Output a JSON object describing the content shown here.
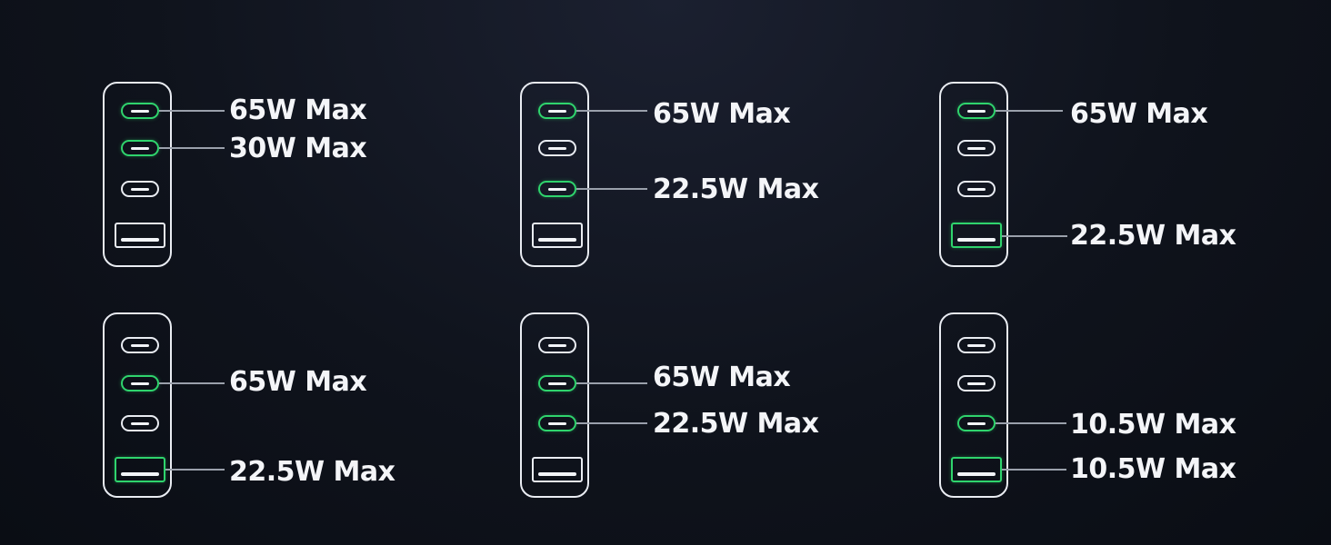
{
  "colors": {
    "background": "#0f131c",
    "outline": "#e9ecf2",
    "active_port": "#2fd46d",
    "leader_line": "#9aa0ab",
    "label_text": "#f4f5f8"
  },
  "configurations": [
    {
      "ports": [
        {
          "type": "usb-c",
          "active": true,
          "label": "65W Max"
        },
        {
          "type": "usb-c",
          "active": true,
          "label": "30W Max"
        },
        {
          "type": "usb-c",
          "active": false
        },
        {
          "type": "usb-a",
          "active": false
        }
      ]
    },
    {
      "ports": [
        {
          "type": "usb-c",
          "active": true,
          "label": "65W Max"
        },
        {
          "type": "usb-c",
          "active": false
        },
        {
          "type": "usb-c",
          "active": true,
          "label": "22.5W Max"
        },
        {
          "type": "usb-a",
          "active": false
        }
      ]
    },
    {
      "ports": [
        {
          "type": "usb-c",
          "active": true,
          "label": "65W Max"
        },
        {
          "type": "usb-c",
          "active": false
        },
        {
          "type": "usb-c",
          "active": false
        },
        {
          "type": "usb-a",
          "active": true,
          "label": "22.5W Max"
        }
      ]
    },
    {
      "ports": [
        {
          "type": "usb-c",
          "active": false
        },
        {
          "type": "usb-c",
          "active": true,
          "label": "65W Max"
        },
        {
          "type": "usb-c",
          "active": false
        },
        {
          "type": "usb-a",
          "active": true,
          "label": "22.5W Max"
        }
      ]
    },
    {
      "ports": [
        {
          "type": "usb-c",
          "active": false
        },
        {
          "type": "usb-c",
          "active": true,
          "label": "65W Max"
        },
        {
          "type": "usb-c",
          "active": true,
          "label": "22.5W Max"
        },
        {
          "type": "usb-a",
          "active": false
        }
      ]
    },
    {
      "ports": [
        {
          "type": "usb-c",
          "active": false
        },
        {
          "type": "usb-c",
          "active": false
        },
        {
          "type": "usb-c",
          "active": true,
          "label": "10.5W Max"
        },
        {
          "type": "usb-a",
          "active": true,
          "label": "10.5W Max"
        }
      ]
    }
  ]
}
